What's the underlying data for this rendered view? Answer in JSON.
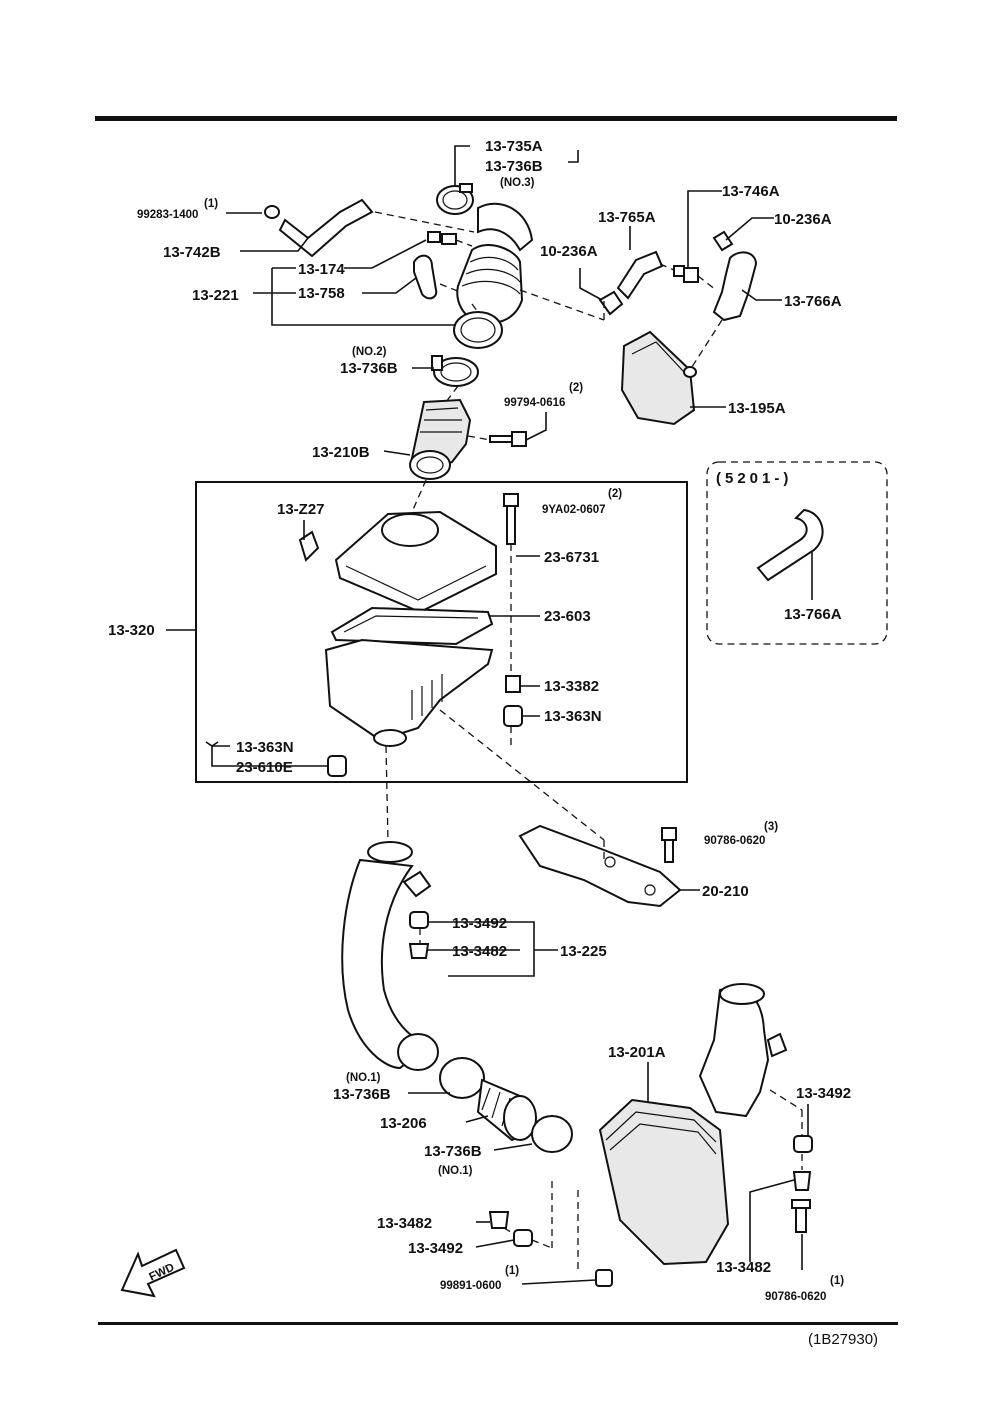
{
  "diagram": {
    "ref_code": "(1B27930)",
    "fwd_label": "FWD",
    "inset_label": "(5201-)",
    "parts": {
      "p_13_735A": "13-735A",
      "p_13_736B_top": "13-736B",
      "p_no3": "(NO.3)",
      "p_99283_qty": "(1)",
      "p_99283": "99283-1400",
      "p_13_742B": "13-742B",
      "p_13_174": "13-174",
      "p_13_221": "13-221",
      "p_13_758": "13-758",
      "p_no2": "(NO.2)",
      "p_13_736B_mid": "13-736B",
      "p_99794_qty": "(2)",
      "p_99794": "99794-0616",
      "p_13_210B": "13-210B",
      "p_13_746A": "13-746A",
      "p_13_765A": "13-765A",
      "p_10_236A_right": "10-236A",
      "p_10_236A_left": "10-236A",
      "p_13_766A": "13-766A",
      "p_13_195A": "13-195A",
      "p_13_766A_inset": "13-766A",
      "p_13_Z27": "13-Z27",
      "p_9YA02_qty": "(2)",
      "p_9YA02": "9YA02-0607",
      "p_23_6731": "23-6731",
      "p_13_320": "13-320",
      "p_23_603": "23-603",
      "p_13_3382": "13-3382",
      "p_13_363N_right": "13-363N",
      "p_13_363N_left": "13-363N",
      "p_23_610E": "23-610E",
      "p_90786_qty_top": "(3)",
      "p_90786_top": "90786-0620",
      "p_20_210": "20-210",
      "p_13_3492_mid": "13-3492",
      "p_13_3482_mid": "13-3482",
      "p_13_225": "13-225",
      "p_13_201A": "13-201A",
      "p_13_3492_right": "13-3492",
      "p_no1_a": "(NO.1)",
      "p_13_736B_low1": "13-736B",
      "p_13_206": "13-206",
      "p_13_736B_low2": "13-736B",
      "p_no1_b": "(NO.1)",
      "p_13_3482_left": "13-3482",
      "p_13_3492_left": "13-3492",
      "p_99891_qty": "(1)",
      "p_99891": "99891-0600",
      "p_13_3482_right": "13-3482",
      "p_90786_qty_bot": "(1)",
      "p_90786_bot": "90786-0620"
    }
  }
}
